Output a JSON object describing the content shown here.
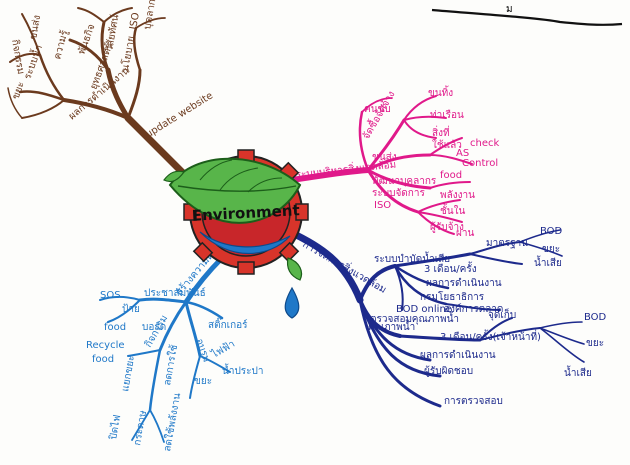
{
  "center": {
    "label": "Environment"
  },
  "colors": {
    "brown": "#6b3a1e",
    "magenta": "#e0198a",
    "navy": "#1d2a8c",
    "blue": "#1f78c8",
    "leaf": "#58b54a",
    "gear": "#d8342a",
    "drop": "#1f78c8",
    "ink": "#111111"
  },
  "branches": {
    "brown": {
      "main": "update website",
      "sub1": "ผลการดำเนินงาน",
      "sub2": "ยุทธศาสตร์",
      "leaves": [
        "ISO",
        "นโยบาย",
        "วิสัยทัศน์",
        "พันธกิจ",
        "ความรู้",
        "ขนส่ง",
        "กิจกรรม",
        "ระบบน้ำ",
        "ขยะ",
        "บุคลากร"
      ]
    },
    "magenta": {
      "main": "ระบบบริหารสิ่งแวดล้อม",
      "sub": [
        "จัดซื้อจัดจ้าง",
        "ขนส่ง",
        "พัฒนาบุคลากร",
        "ISO"
      ],
      "leaves": [
        "ขนทิ้ง",
        "ท่าเรือน",
        "สิ่งที่",
        "ใช้แล้ว",
        "check",
        "AS",
        "Control",
        "food",
        "คนขับ",
        "พลังงาน",
        "ระบบจัดการ",
        "ชั้นใน",
        "ผู้รับจ้าง",
        "ผ่าน"
      ]
    },
    "navy": {
      "main": "การจัดการสิ่งแวดล้อม",
      "sub": [
        "ระบบบำบัดน้ำเสีย",
        "คุณภาพน้ำ"
      ],
      "leaves": [
        "BOD",
        "มาตรฐาน",
        "ขยะ",
        "น้ำเสีย",
        "3 เดือน/ครั้ง",
        "ผลการดำเนินงาน",
        "กรมโยธาธิการ",
        "BOD online",
        "องค์การตลาด",
        "ตรวจสอบคุณภาพน้ำ",
        "BOD",
        "จุดเก็บ",
        "ขยะ",
        "น้ำเสีย",
        "3 เดือน/ครั้ง(เจ้าหน้าที่)",
        "ผลการดำเนินงาน",
        "ผู้รับผิดชอบ",
        "การตรวจสอบ"
      ]
    },
    "blue": {
      "main": "สร้างความตระหนัก",
      "sub": [
        "ประชาสัมพันธ์",
        "กิจกรรม",
        "อบรม"
      ],
      "leaves": [
        "SOS",
        "food",
        "Recycle",
        "food",
        "ป้าย",
        "บอร์ด",
        "สติ๊กเกอร์",
        "ไฟฟ้า",
        "น้ำประปา",
        "ขยะ",
        "แยกขยะ",
        "ลดการใช้",
        "กระดาษ",
        "ลดใช้พลังงาน",
        "ปิดไฟ"
      ]
    },
    "top": {
      "scribble": "ม"
    }
  }
}
